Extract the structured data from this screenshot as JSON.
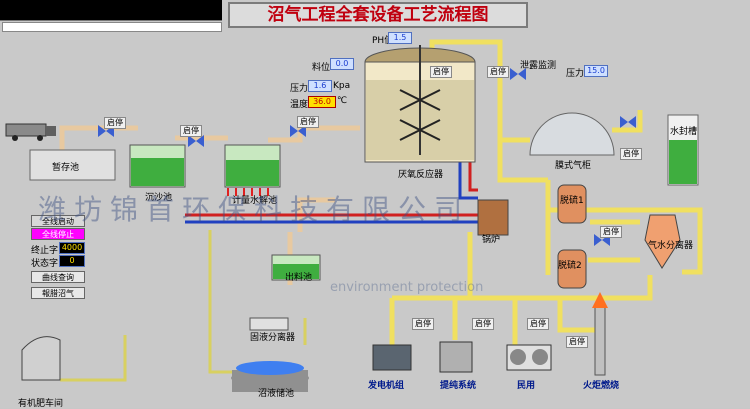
{
  "title": "沼气工程全套设备工艺流程图",
  "tanks": {
    "storage": "暂存池",
    "sedimentation": "沉沙池",
    "hydrolysis": "计量水解池",
    "anaerobic": "厌氧反应器",
    "discharge": "出料池",
    "separator": "固液分离器",
    "slurry": "沼液储池",
    "fertilizer": "有机肥车间",
    "gasholder": "膜式气柜",
    "watersealer": "水封槽",
    "desulf1": "脱硫1",
    "desulf2": "脱硫2",
    "gaswater": "气水分离器",
    "boiler": "锅炉"
  },
  "users": {
    "generator": "发电机组",
    "purify": "提纯系统",
    "civil": "民用",
    "flare": "火炬燃烧"
  },
  "readings": {
    "ph_label": "PH值",
    "ph_value": "1.5",
    "level_label": "料位",
    "level_value": "0.0",
    "pressure_label": "压力",
    "pressure_value": "1.6",
    "temp_label": "温度",
    "temp_value": "36.0",
    "gh_pressure_label": "压力",
    "gh_pressure_value": "15.0",
    "gh_alarm": "泄露监测",
    "pressure_unit": "Kpa",
    "temp_unit": "℃"
  },
  "startstop": "启停",
  "panel": {
    "all_start": "全线启动",
    "all_stop": "全线停止",
    "stop_label": "终止字",
    "stop_value": "4000",
    "state_label": "状态字",
    "state_value": "0",
    "curve": "曲线查询",
    "alarm": "報腊沼气"
  },
  "watermark": "潍坊锦首环保科技有限公司",
  "watermark2": "environment protection"
}
